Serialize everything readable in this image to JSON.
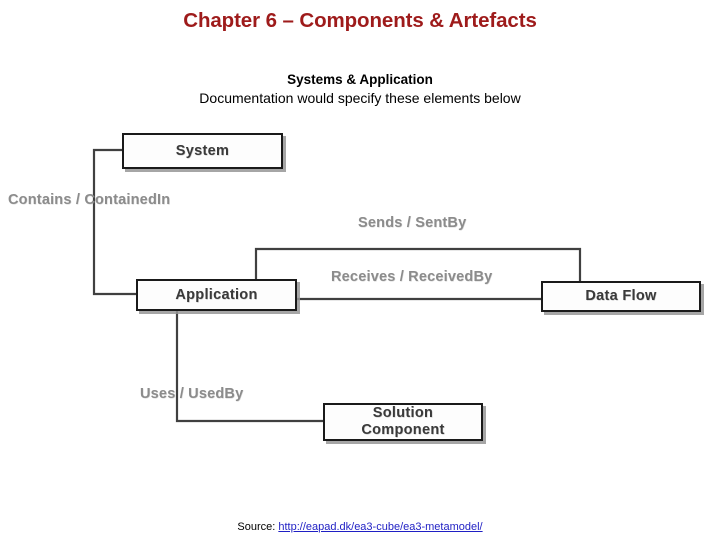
{
  "slide": {
    "title": "Chapter 6 – Components & Artefacts",
    "title_color": "#9E1B1B",
    "subtitle_line1": "Systems & Application",
    "subtitle_line2": "Documentation would specify these elements below"
  },
  "diagram": {
    "type": "metamodel-relationship-diagram",
    "nodes": [
      {
        "id": "system",
        "label": "System"
      },
      {
        "id": "application",
        "label": "Application"
      },
      {
        "id": "dataflow",
        "label": "Data Flow"
      },
      {
        "id": "solution",
        "label": "Solution\nComponent",
        "label_line1": "Solution",
        "label_line2": "Component"
      }
    ],
    "relationships": [
      {
        "id": "contains",
        "label": "Contains / ContainedIn",
        "from": "system",
        "to": "application"
      },
      {
        "id": "sends",
        "label": "Sends / SentBy",
        "from": "application",
        "to": "dataflow"
      },
      {
        "id": "receives",
        "label": "Receives / ReceivedBy",
        "from": "application",
        "to": "dataflow"
      },
      {
        "id": "uses",
        "label": "Uses / UsedBy",
        "from": "application",
        "to": "solution"
      }
    ],
    "node_text_color": "#3A3A3A",
    "relationship_text_color": "#8C8C8C",
    "connector_color": "#404040"
  },
  "footer": {
    "source_prefix": "Source: ",
    "source_url": "http://eapad.dk/ea3-cube/ea3-metamodel/",
    "link_color": "#1F1FC4"
  }
}
